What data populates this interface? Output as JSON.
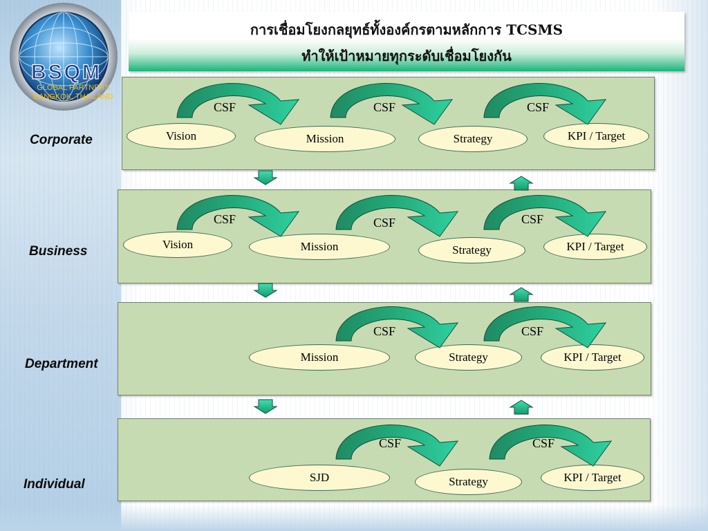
{
  "title": {
    "line1": "การเชื่อมโยงกลยุทธ์ทั้งองค์กรตามหลักการ TCSMS",
    "line2": "ทำให้เป้าหมายทุกระดับเชื่อมโยงกัน"
  },
  "logo": {
    "name": "BSQM",
    "line1": "GLOBAL PARTNERS",
    "line2": "BANGKOK, THAILAND"
  },
  "colors": {
    "panel": "#c7dbb2",
    "ellipse": "#fdf8d0",
    "arrow_dark": "#1f8a63",
    "arrow_light": "#2fd0a0",
    "title_gradient_end": "#19b47a"
  },
  "levels": [
    {
      "label": "Corporate",
      "nodes": [
        "Vision",
        "Mission",
        "Strategy",
        "KPI / Target"
      ],
      "links": [
        "CSF",
        "CSF",
        "CSF"
      ]
    },
    {
      "label": "Business",
      "nodes": [
        "Vision",
        "Mission",
        "Strategy",
        "KPI / Target"
      ],
      "links": [
        "CSF",
        "CSF",
        "CSF"
      ]
    },
    {
      "label": "Department",
      "nodes": [
        "Mission",
        "Strategy",
        "KPI / Target"
      ],
      "links": [
        "CSF",
        "CSF"
      ]
    },
    {
      "label": "Individual",
      "nodes": [
        "SJD",
        "Strategy",
        "KPI / Target"
      ],
      "links": [
        "CSF",
        "CSF"
      ]
    }
  ]
}
